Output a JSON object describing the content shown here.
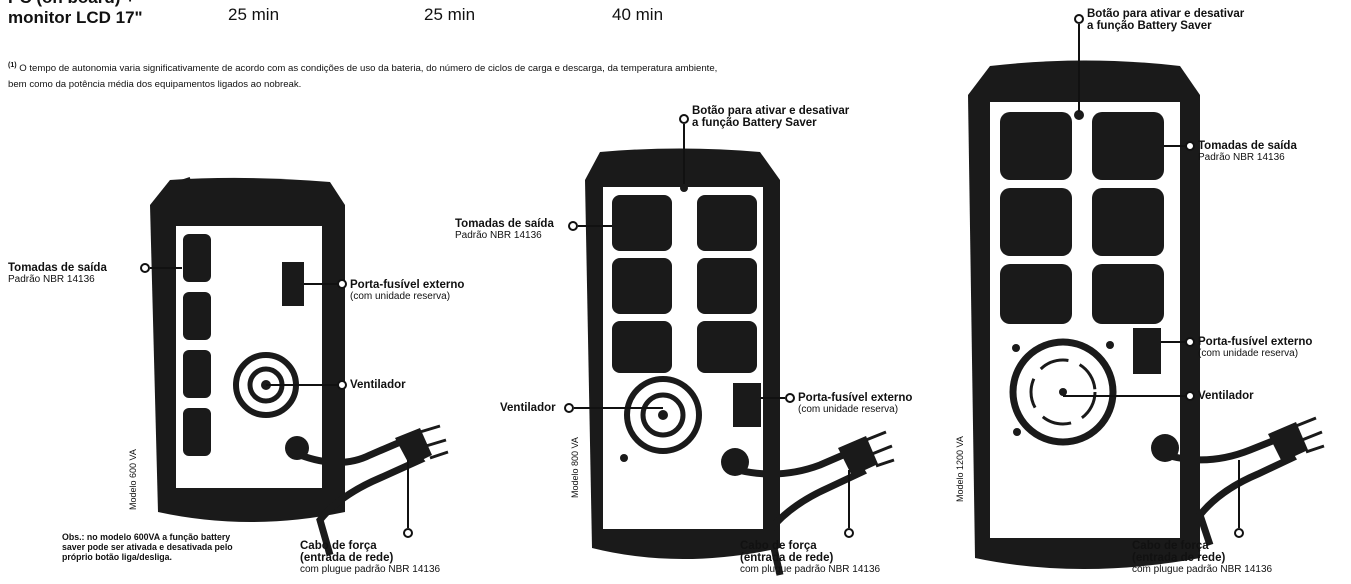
{
  "table": {
    "row_label_1": "PC (on board) +",
    "row_label_2": "monitor LCD 17\"",
    "values": [
      "25 min",
      "25 min",
      "40 min"
    ]
  },
  "footnote": {
    "marker": "(1)",
    "text": "O tempo de autonomia varia significativamente de acordo com as condições de uso da bateria, do número de ciclos de carga e descarga, da temperatura ambiente, bem como da potência média dos equipamentos ligados ao nobreak."
  },
  "labels": {
    "tomadas": "Tomadas de saída",
    "tomadas_sub": "Padrão NBR 14136",
    "porta_fusivel": "Porta-fusível externo",
    "porta_fusivel_sub": "(com unidade reserva)",
    "ventilador": "Ventilador",
    "botao_1": "Botão para ativar e desativar",
    "botao_2": "a função Battery Saver",
    "cabo_1": "Cabo de força",
    "cabo_2": "(entrada de rede)",
    "cabo_3": "com plugue padrão NBR 14136"
  },
  "models": {
    "m600": "Modelo 600 VA",
    "m800": "Modelo 800 VA",
    "m1200": "Modelo 1200 VA"
  },
  "obs": "Obs.: no modelo 600VA a função battery saver pode ser ativada e desativada pelo próprio botão liga/desliga.",
  "colors": {
    "ink": "#111111",
    "device": "#1a1a1a",
    "panel": "#ffffff"
  }
}
